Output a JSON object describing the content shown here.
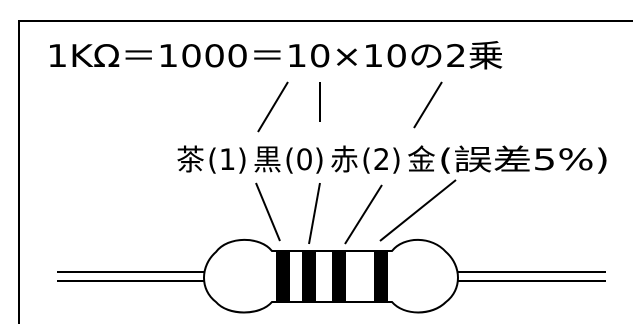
{
  "formula": "1KΩ＝1000＝10×10の2乗",
  "bands": [
    {
      "color_name": "茶",
      "value": "(1)",
      "hex": "#000000"
    },
    {
      "color_name": "黒",
      "value": "(0)",
      "hex": "#000000"
    },
    {
      "color_name": "赤",
      "value": "(2)",
      "hex": "#000000"
    },
    {
      "color_name": "金",
      "value": "(誤差5%)",
      "hex": "#000000"
    }
  ],
  "colors": {
    "line": "#000000",
    "background": "#ffffff",
    "frame": "#000000"
  }
}
